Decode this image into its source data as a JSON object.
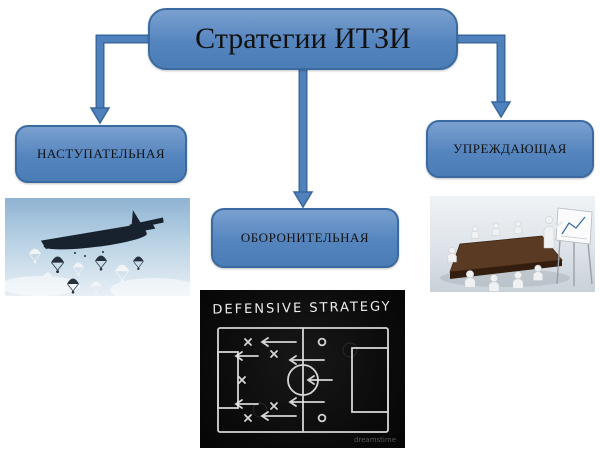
{
  "slide": {
    "title": "Стратегии ИТЗИ",
    "nodes": [
      {
        "id": "offensive",
        "label": "НАСТУПАТЕЛЬНАЯ"
      },
      {
        "id": "defensive",
        "label": "ОБОРОНИТЕЛЬНАЯ"
      },
      {
        "id": "preemptive",
        "label": "УПРЕЖДАЮЩАЯ"
      }
    ],
    "chalkboard": {
      "caption": "DEFENSIVE STRATEGY",
      "watermark": "dreamstime"
    },
    "images": {
      "offensive": "paratroopers-airdrop-photo",
      "defensive": "chalkboard-tactics-drawing",
      "preemptive": "conference-meeting-3d-render"
    },
    "colors": {
      "box-fill": "#5585bf",
      "box-fill-top": "#7aa0cf",
      "box-border": "#3a6aa0",
      "arrow": "#4f81bd",
      "arrow-edge": "#39679e",
      "label-text": "#111111"
    }
  }
}
